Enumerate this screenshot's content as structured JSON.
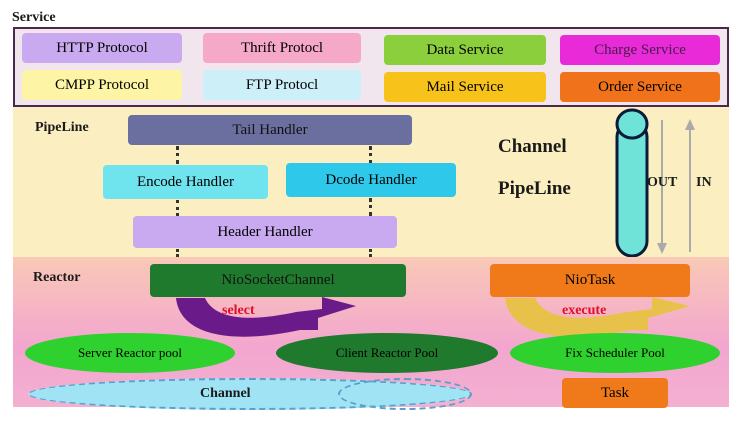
{
  "service": {
    "title": "Service",
    "protocols": [
      "HTTP Protocol",
      "Thrift Protocl",
      "CMPP Protocol",
      "FTP Protocl"
    ],
    "services": [
      "Data Service",
      "Charge Service",
      "Mail Service",
      "Order Service"
    ]
  },
  "pipeline": {
    "title": "PipeLine",
    "tail": "Tail Handler",
    "encode": "Encode Handler",
    "decode": "Dcode Handler",
    "header": "Header Handler",
    "channel_label_1": "Channel",
    "channel_label_2": "PipeLine",
    "out_label": "OUT",
    "in_label": "IN"
  },
  "reactor": {
    "title": "Reactor",
    "nio_socket": "NioSocketChannel",
    "select": "select",
    "nio_task": "NioTask",
    "execute": "execute",
    "server_pool": "Server Reactor pool",
    "client_pool": "Client Reactor Pool",
    "fix_pool": "Fix Scheduler Pool",
    "task": "Task",
    "channel": "Channel"
  },
  "colors": {
    "service_bg": "#f2e6ee",
    "pipeline_bg": "#fbeec0",
    "reactor_top": "#f9c9b6",
    "reactor_bottom": "#f3a6cf",
    "tail": "#6a6fa0",
    "encode": "#6fe3ee",
    "decode": "#2ec9ea",
    "header": "#c9a9f0",
    "nio_socket": "#1f7a2d",
    "nio_task": "#f07a1a",
    "pool_green": "#2fd12f",
    "client_pool": "#1f7a2d",
    "task": "#f07a1a",
    "channel_ellipse": "#9fe3f5",
    "select_arrow": "#6b1a8a",
    "execute_arrow": "#e8c14a"
  }
}
